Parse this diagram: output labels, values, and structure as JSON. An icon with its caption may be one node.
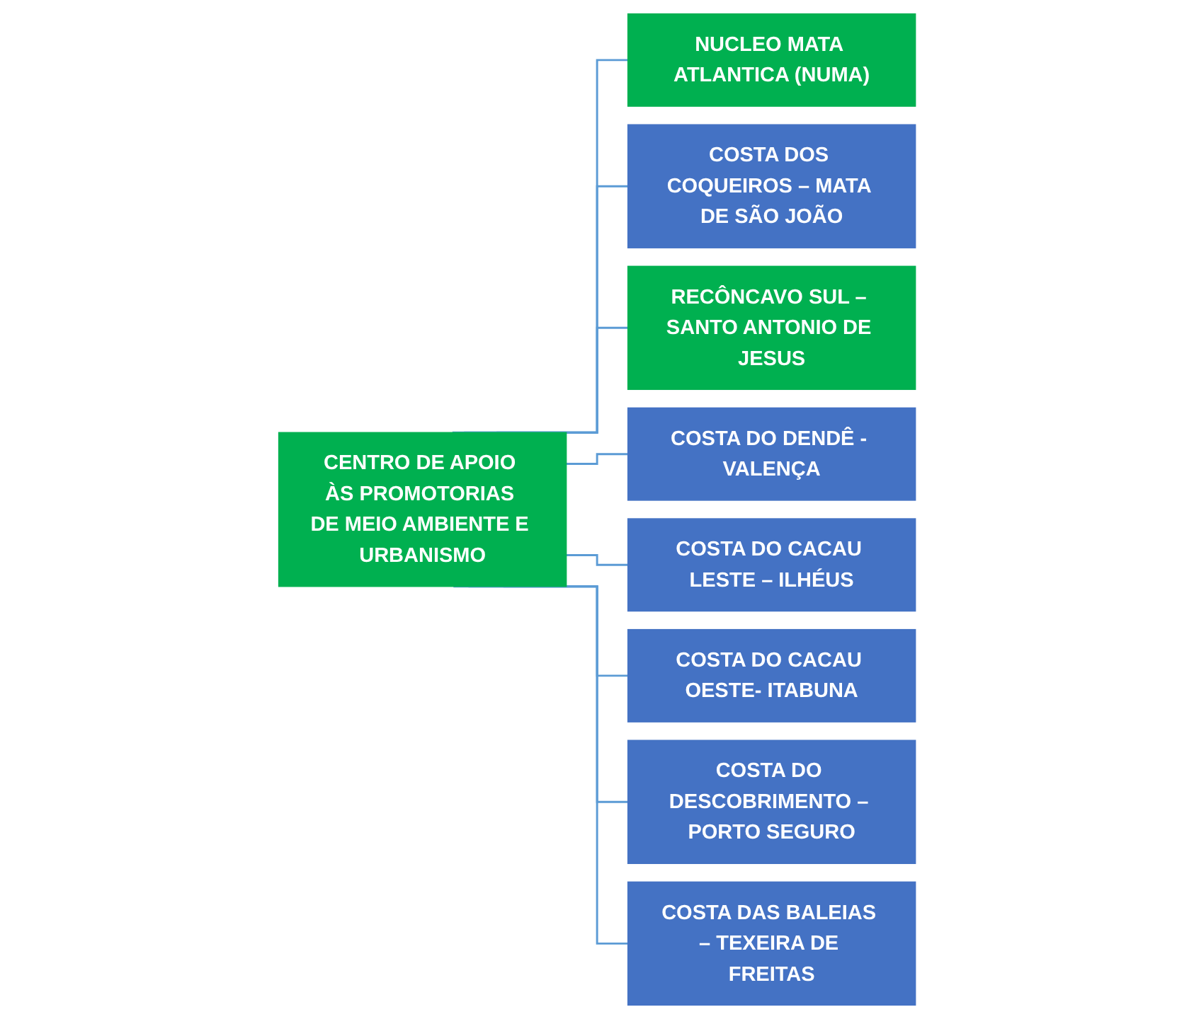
{
  "diagram": {
    "nodes": [
      {
        "text": [
          "CENTRO DE APOIO ÀS PROMOTORIAS DE MEIO AMBIENTE E URBANISMO"
        ]
      },
      {
        "text": [
          "NUCLEO MATA ATLANTICA (NUMA)"
        ]
      },
      {
        "text": [
          "COSTA DOS COQUEIROS – MATA DE SÃO JOÃO"
        ]
      },
      {
        "text": [
          "RECÔNCAVO SUL – SANTO ANTONIO DE JESUS"
        ]
      },
      {
        "text": [
          "COSTA DO DENDÊ - VALENÇA"
        ]
      },
      {
        "text": [
          "COSTA DO CACAU LESTE – ILHÉUS"
        ]
      },
      {
        "text": [
          "COSTA DO CACAU OESTE- ITABUNA"
        ]
      },
      {
        "text": [
          "COSTA DO DESCOBRIMENTO – PORTO SEGURO"
        ]
      },
      {
        "text": [
          "COSTA DAS BALEIAS – TEXEIRA DE FREITAS"
        ]
      }
    ],
    "edges": [
      {
        "from": 0,
        "to": 1,
        "arrow": "none"
      },
      {
        "from": 0,
        "to": 2,
        "arrow": "none"
      },
      {
        "from": 0,
        "to": 3,
        "arrow": "none"
      },
      {
        "from": 0,
        "to": 4,
        "arrow": "none"
      },
      {
        "from": 0,
        "to": 5,
        "arrow": "none"
      },
      {
        "from": 0,
        "to": 6,
        "arrow": "none"
      },
      {
        "from": 0,
        "to": 7,
        "arrow": "none"
      },
      {
        "from": 0,
        "to": 8,
        "arrow": "none"
      }
    ]
  }
}
